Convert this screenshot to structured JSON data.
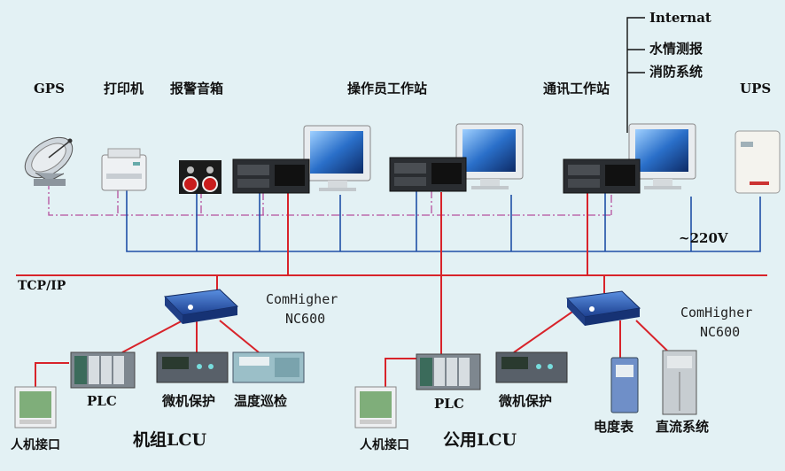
{
  "top": {
    "gps": "GPS",
    "printer": "打印机",
    "alarm": "报警音箱",
    "operator": "操作员工作站",
    "comm": "通讯工作站",
    "ups": "UPS",
    "internet": "Internat",
    "hydro": "水情测报",
    "fire": "消防系统"
  },
  "net": {
    "tcpip": "TCP/IP",
    "power": "~220V"
  },
  "left": {
    "switch_name": "ComHigher",
    "switch_model": "NC600",
    "plc": "PLC",
    "protection": "微机保护",
    "temp": "温度巡检",
    "hmi": "人机接口",
    "title": "机组LCU"
  },
  "right": {
    "switch_name": "ComHigher",
    "switch_model": "NC600",
    "plc": "PLC",
    "protection": "微机保护",
    "meter": "电度表",
    "dc": "直流系统",
    "hmi": "人机接口",
    "title": "公用LCU"
  },
  "colors": {
    "bg": "#e3f1f4",
    "network_red": "#d8232a",
    "power_blue": "#1f4fa6",
    "gps_pink": "#b54f9e"
  }
}
